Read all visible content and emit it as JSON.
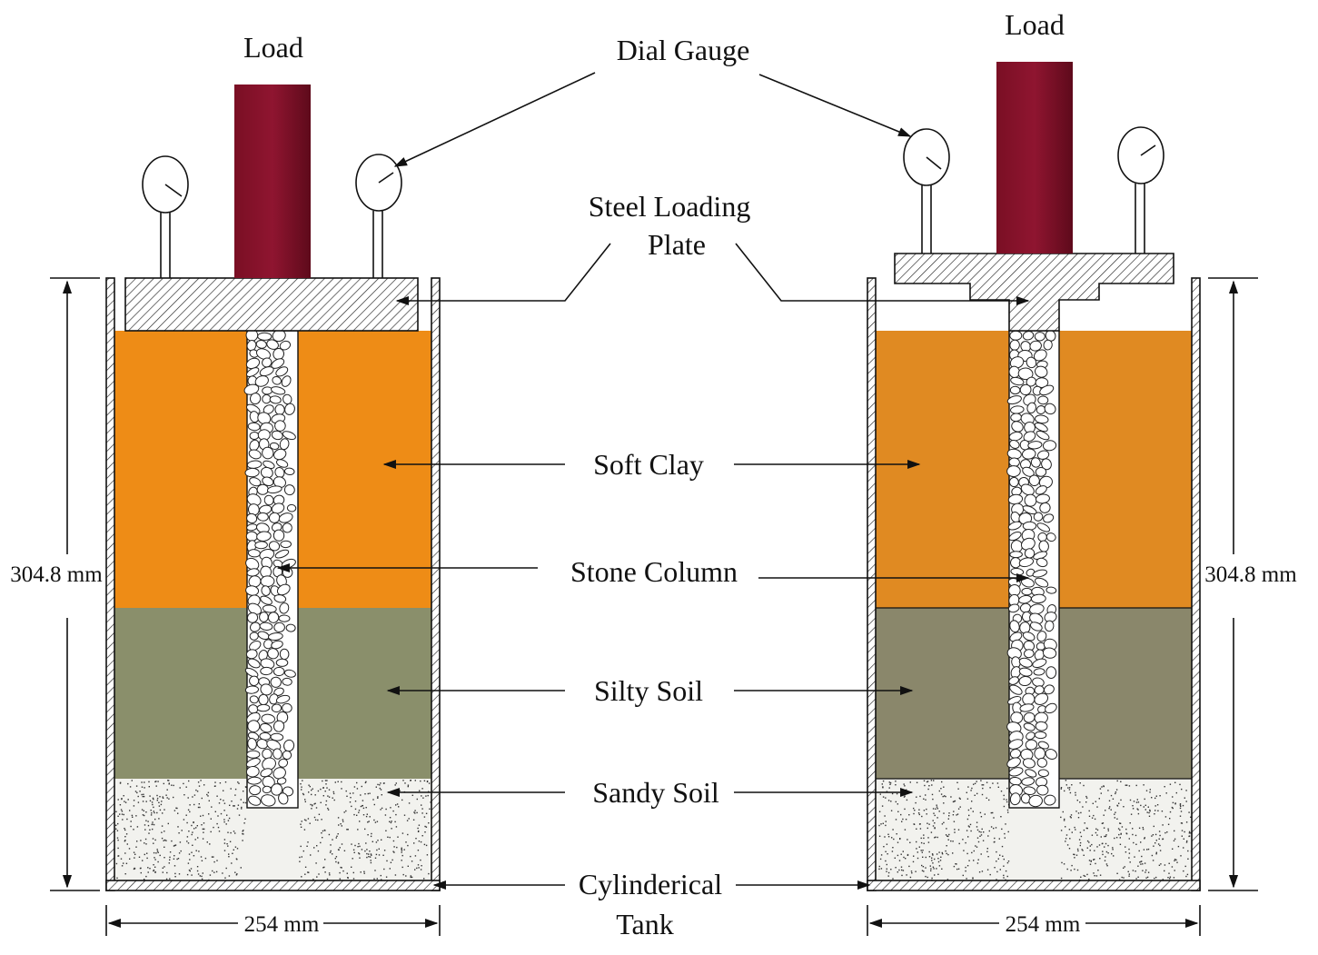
{
  "labels": {
    "load_left": "Load",
    "load_right": "Load",
    "dial_gauge": "Dial Gauge",
    "steel_loading_plate_line1": "Steel Loading",
    "steel_loading_plate_line2": "Plate",
    "soft_clay": "Soft Clay",
    "stone_column": "Stone Column",
    "silty_soil": "Silty Soil",
    "sandy_soil": "Sandy Soil",
    "cylinderical_tank_line1": "Cylinderical",
    "cylinderical_tank_line2": "Tank"
  },
  "dimensions": {
    "height_left": "304.8 mm",
    "height_right": "304.8 mm",
    "width_left": "254 mm",
    "width_right": "254 mm"
  },
  "colors": {
    "load_column": "#7a0f24",
    "soft_clay_left": "#ee8c16",
    "soft_clay_right": "#e08a22",
    "silty_soil_left": "#8a8f6b",
    "silty_soil_right": "#8a876b",
    "sandy_soil": "#f2f2ee",
    "stone_column": "#ffffff"
  }
}
